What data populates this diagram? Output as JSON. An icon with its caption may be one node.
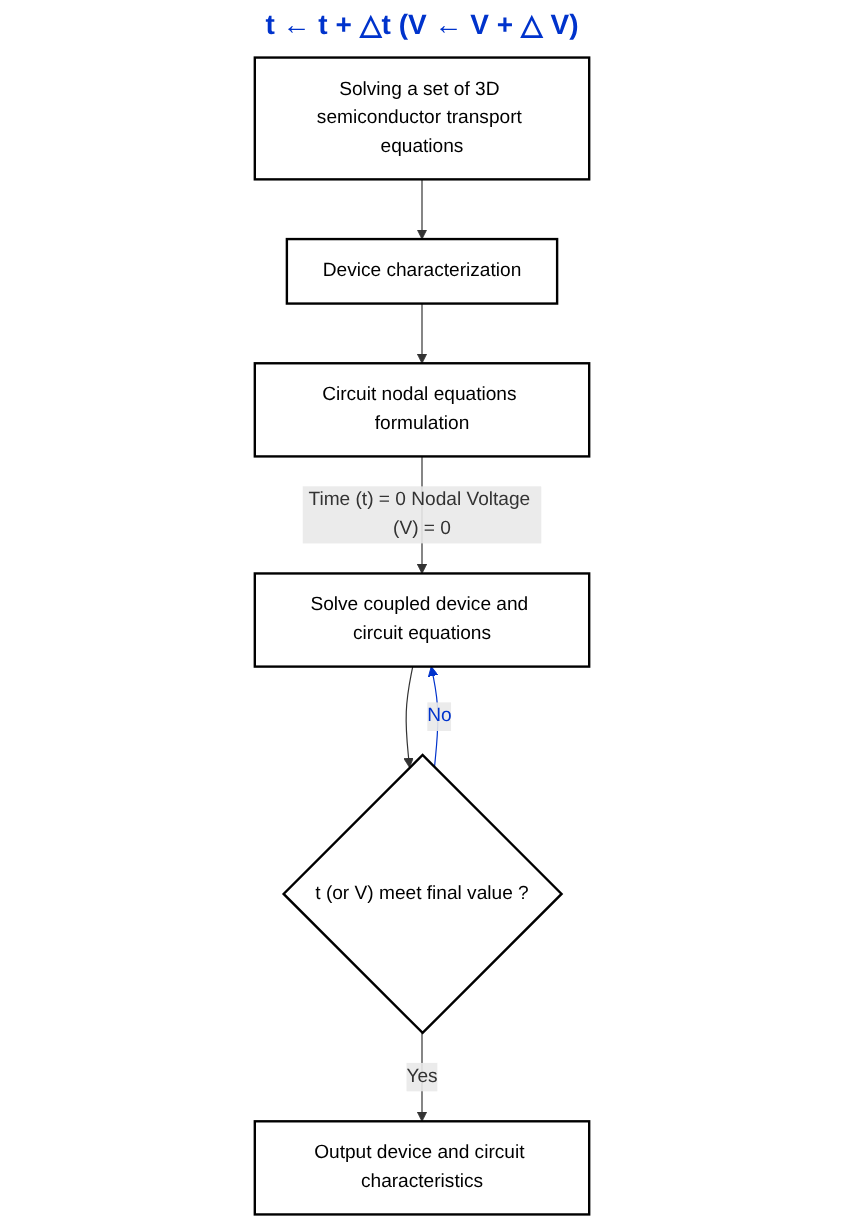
{
  "diagram": {
    "nodes": [
      {
        "text": [
          "Solving a set of 3D semiconductor transport equations"
        ]
      },
      {
        "text": [
          "Device characterization"
        ]
      },
      {
        "text": [
          "Circuit nodal equations formulation"
        ]
      },
      {
        "text": [
          "Solve coupled device and circuit equations"
        ]
      },
      {
        "text": [
          "t (or V) meet final value ?"
        ]
      },
      {
        "text": [
          "Output device and circuit characteristics"
        ]
      }
    ],
    "edges": [
      {
        "from": 0,
        "to": 1,
        "arrow": "to"
      },
      {
        "from": 1,
        "to": 2,
        "arrow": "to"
      },
      {
        "from": 2,
        "to": 3,
        "arrow": "to",
        "label": "Time (t) = 0 Nodal Voltage (V) = 0"
      },
      {
        "from": 3,
        "to": 4,
        "arrow": "to"
      },
      {
        "from": 4,
        "to": 5,
        "arrow": "to",
        "label": "Yes"
      },
      {
        "from": 4,
        "to": 3,
        "arrow": "to",
        "label": "No",
        "color": "#0033cc"
      }
    ],
    "labels": [
      "t ← t + △t (V ← V + △ V)"
    ]
  }
}
